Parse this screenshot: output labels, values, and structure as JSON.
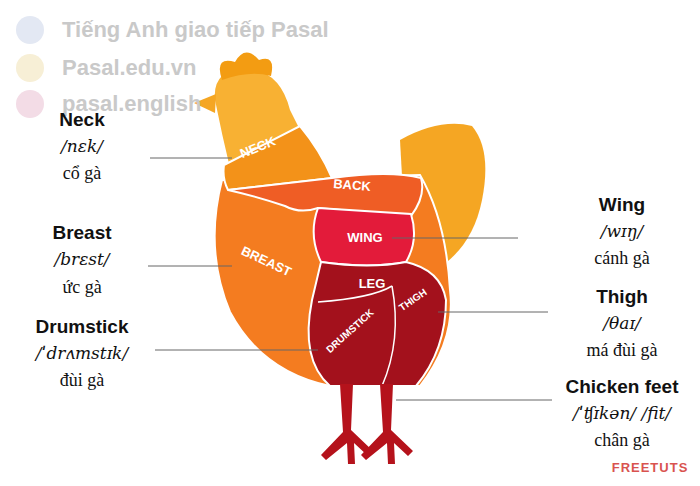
{
  "diagram": {
    "labels": [
      "Tiếng Anh giao tiếp Pasal",
      "Pasal.edu.vn",
      "pasal.english",
      "NECK",
      "BACK",
      "BREAST",
      "WING",
      "LEG",
      "DRUMSTICK",
      "THIGH",
      "Neck",
      "/nɛk/",
      "cổ gà",
      "Breast",
      "/brɛst/",
      "ức gà",
      "Drumstick",
      "/ˈdrʌmstɪk/",
      "đùi gà",
      "Wing",
      "/wɪŋ/",
      "cánh gà",
      "Thigh",
      "/θaɪ/",
      "má đùi gà",
      "Chicken feet",
      "/ˈʧɪkən/ /fit/",
      "chân gà",
      "FREETUTS"
    ]
  }
}
